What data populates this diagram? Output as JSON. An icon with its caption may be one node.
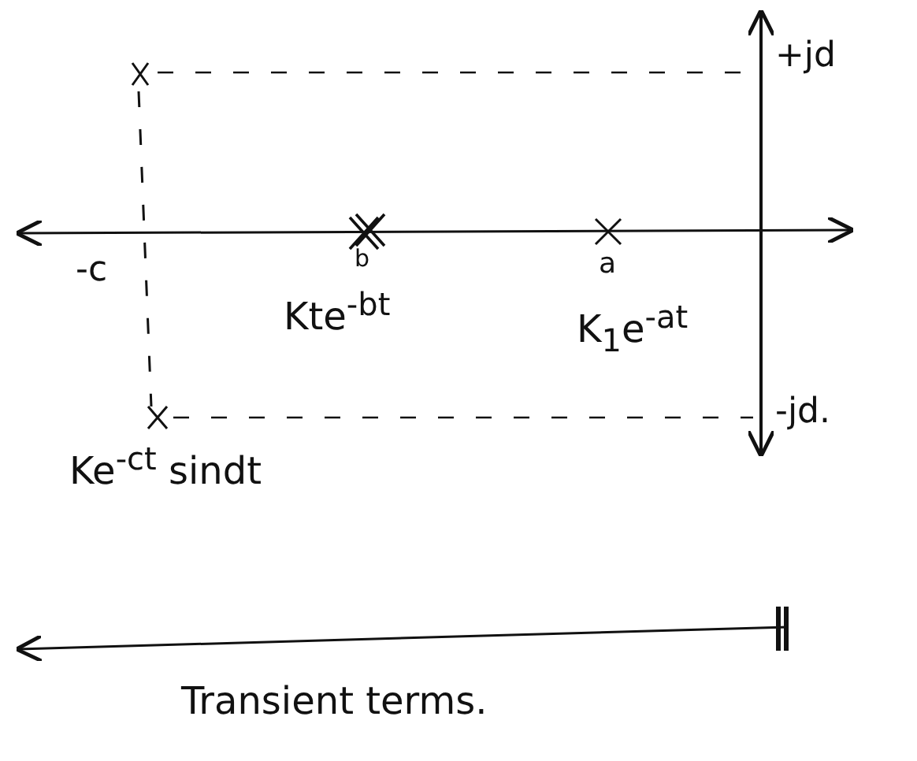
{
  "diagram": {
    "labels": [
      "+jd",
      "-c",
      "b",
      "a",
      "Kte$^{-bt}$",
      "K$_{1}$e$^{-at}$",
      "-jd.",
      "Ke$^{-ct}$ sindt",
      "Transient terms."
    ]
  }
}
